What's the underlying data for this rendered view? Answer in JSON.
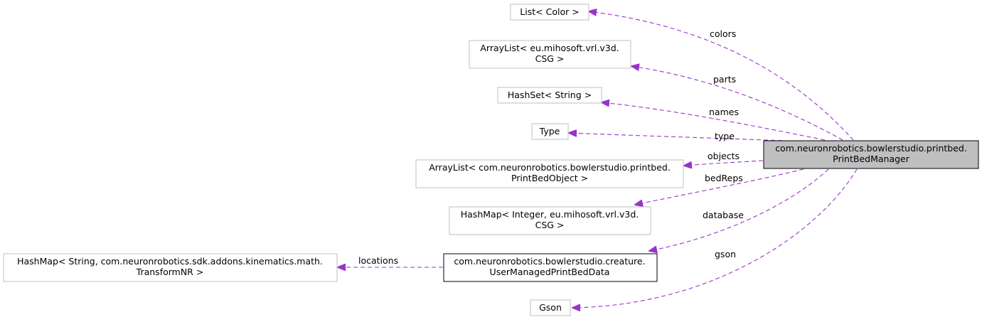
{
  "nodes": {
    "main": {
      "line1": "com.neuronrobotics.bowlerstudio.printbed.",
      "line2": "PrintBedManager"
    },
    "list_color": {
      "line1": "List< Color >"
    },
    "arraylist_csg": {
      "line1": "ArrayList< eu.mihosoft.vrl.v3d.",
      "line2": "CSG >"
    },
    "hashset_string": {
      "line1": "HashSet< String >"
    },
    "type": {
      "line1": "Type"
    },
    "arraylist_printbedobject": {
      "line1": "ArrayList< com.neuronrobotics.bowlerstudio.printbed.",
      "line2": "PrintBedObject >"
    },
    "hashmap_integer_csg": {
      "line1": "HashMap< Integer, eu.mihosoft.vrl.v3d.",
      "line2": "CSG >"
    },
    "usermanaged": {
      "line1": "com.neuronrobotics.bowlerstudio.creature.",
      "line2": "UserManagedPrintBedData"
    },
    "hashmap_string_transform": {
      "line1": "HashMap< String, com.neuronrobotics.sdk.addons.kinematics.math.",
      "line2": "TransformNR >"
    },
    "gson": {
      "line1": "Gson"
    }
  },
  "edges": {
    "colors": "colors",
    "parts": "parts",
    "names": "names",
    "type": "type",
    "objects": "objects",
    "bedReps": "bedReps",
    "database": "database",
    "gson": "gson",
    "locations": "locations"
  },
  "colors": {
    "edge": "#9a32cd",
    "main_fill": "#bfbfbf",
    "border_light": "#bfbfbf",
    "border_dark": "#000000"
  }
}
